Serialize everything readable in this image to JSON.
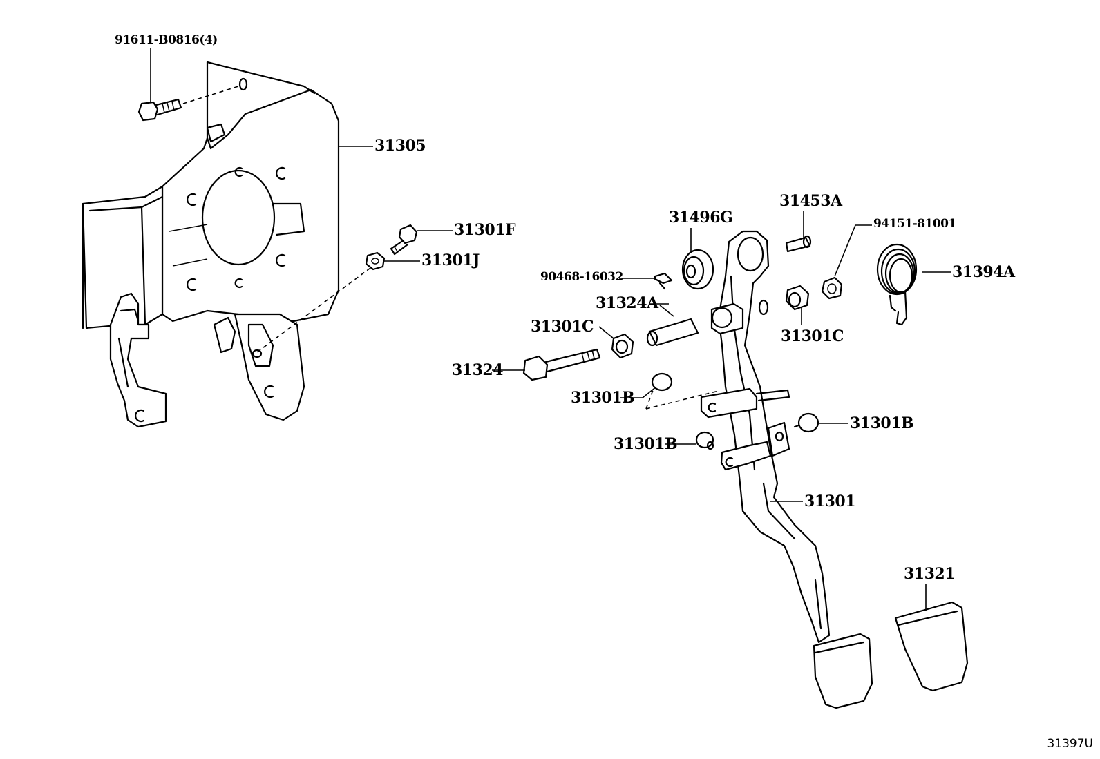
{
  "diagram": {
    "ref_code": "31397U",
    "labels": {
      "bolt_91611": "91611-B0816(4)",
      "p31305": "31305",
      "p31301F": "31301F",
      "p31301J": "31301J",
      "p31496G": "31496G",
      "p31453A": "31453A",
      "p94151": "94151-81001",
      "p90468": "90468-16032",
      "p31394A": "31394A",
      "p31324A": "31324A",
      "p31301C_left": "31301C",
      "p31301C_right": "31301C",
      "p31324": "31324",
      "p31301B_a": "31301B",
      "p31301B_b": "31301B",
      "p31301B_c": "31301B",
      "p31301": "31301",
      "p31321": "31321"
    }
  }
}
